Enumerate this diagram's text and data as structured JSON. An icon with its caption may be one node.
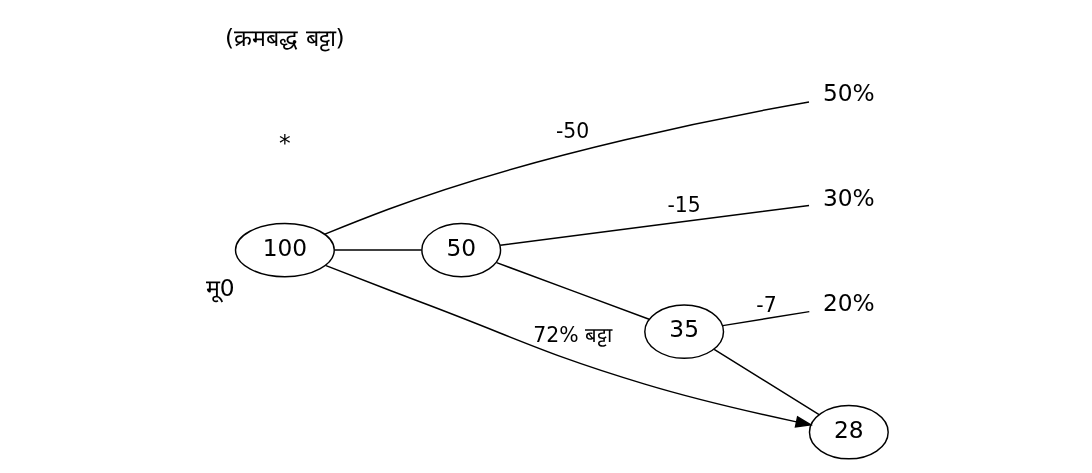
{
  "diagram": {
    "nodes": [
      {
        "text": [
          "50%"
        ]
      },
      {
        "text": [
          "30%"
        ]
      },
      {
        "text": [
          "20%"
        ]
      },
      {
        "text": [
          "100"
        ],
        "beside": [
          "मू0"
        ]
      },
      {
        "text": [
          "50"
        ]
      },
      {
        "text": [
          "35"
        ]
      },
      {
        "text": [
          "28"
        ]
      }
    ],
    "edges": [
      {
        "from": 3,
        "to": 0,
        "arrow": "none",
        "label": "-50"
      },
      {
        "from": 4,
        "to": 1,
        "arrow": "none",
        "label": "-15"
      },
      {
        "from": 5,
        "to": 2,
        "arrow": "none",
        "label": "-7"
      },
      {
        "from": 3,
        "to": 4,
        "arrow": "none"
      },
      {
        "from": 4,
        "to": 5,
        "arrow": "none"
      },
      {
        "from": 5,
        "to": 6,
        "arrow": "none"
      },
      {
        "from": 3,
        "to": 6,
        "arrow": "to",
        "label": "72% बट्टा"
      }
    ],
    "labels": [
      "*",
      "(क्रमबद्ध बट्टा)"
    ]
  }
}
